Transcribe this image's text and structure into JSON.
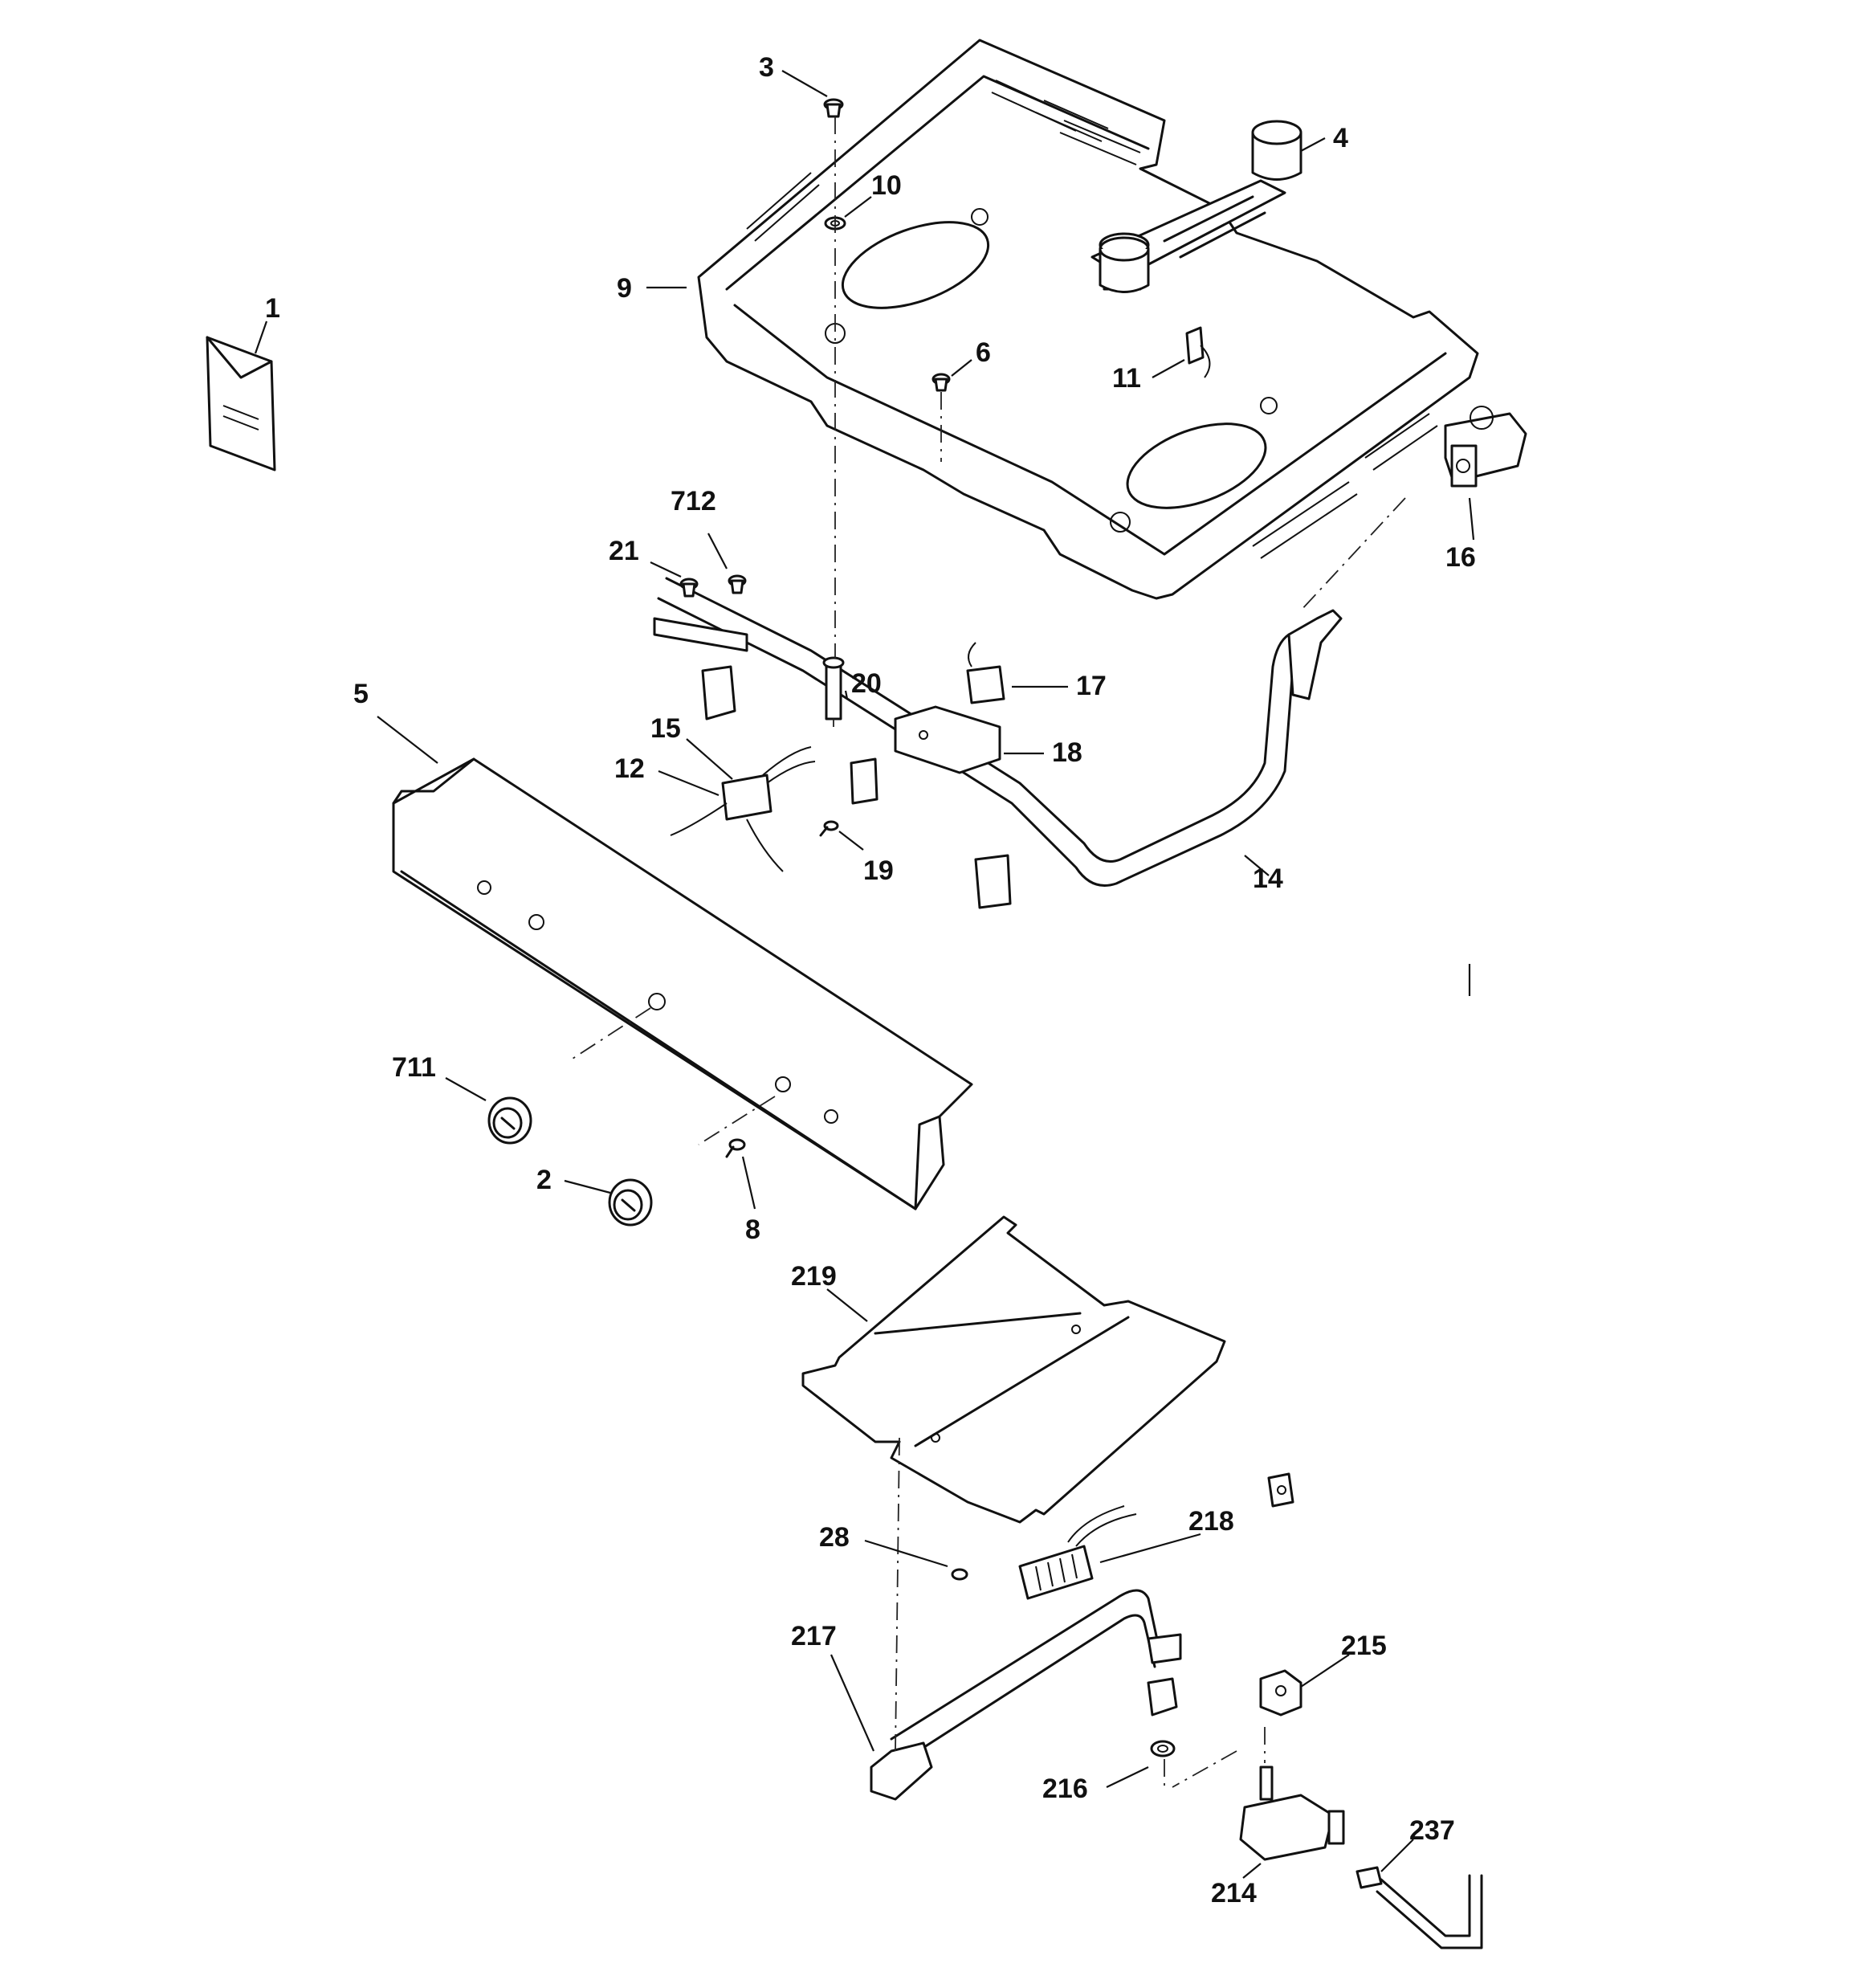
{
  "diagram": {
    "colors": {
      "ink": "#111111",
      "paper": "#ffffff"
    },
    "labels": {
      "p1": "1",
      "p2": "2",
      "p3": "3",
      "p4": "4",
      "p5": "5",
      "p6": "6",
      "p8": "8",
      "p9": "9",
      "p10": "10",
      "p11": "11",
      "p12": "12",
      "p14": "14",
      "p15": "15",
      "p16": "16",
      "p17": "17",
      "p18": "18",
      "p19": "19",
      "p20": "20",
      "p21": "21",
      "p28": "28",
      "p214": "214",
      "p215": "215",
      "p216": "216",
      "p217": "217",
      "p218": "218",
      "p219": "219",
      "p237": "237",
      "p711": "711",
      "p712": "712"
    }
  }
}
